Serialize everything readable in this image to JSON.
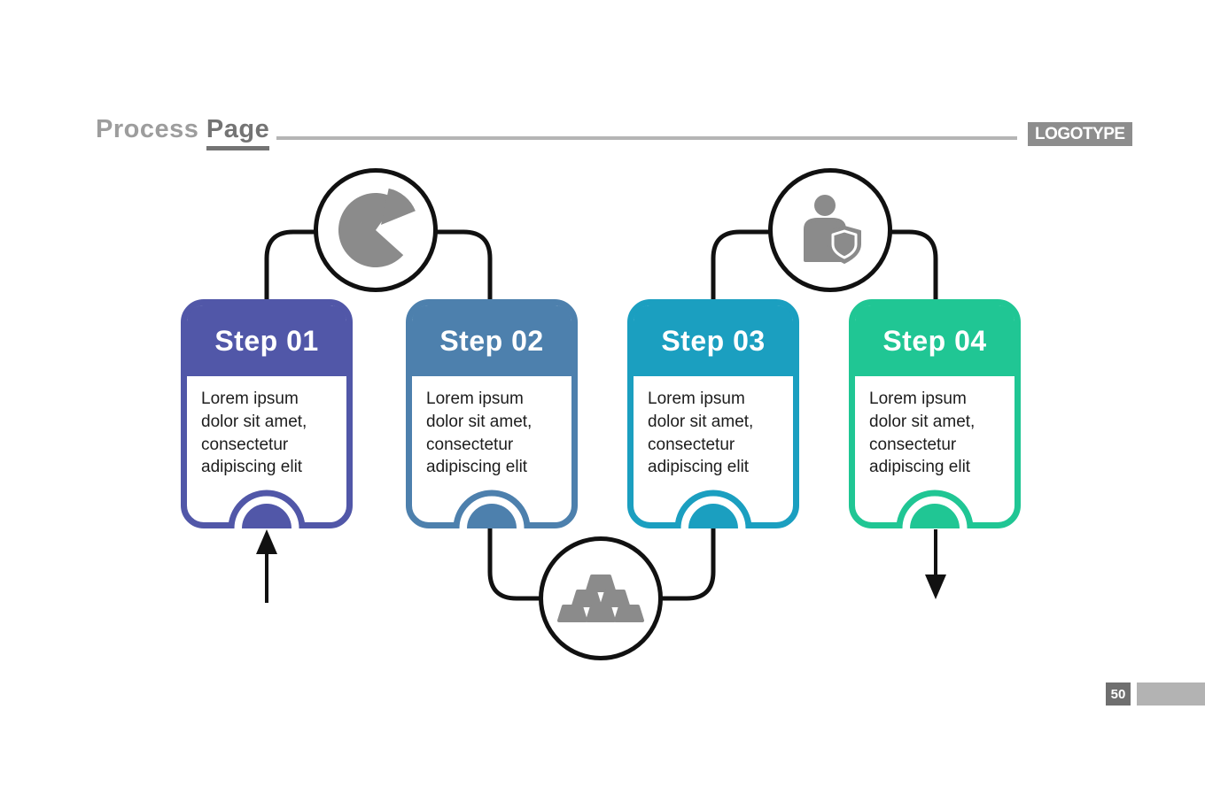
{
  "page": {
    "title_light": "Process",
    "title_dark": "Page",
    "logotype": "LOGOTYPE",
    "page_number": "50"
  },
  "steps": [
    {
      "label": "Step 01",
      "color": "#5157a8",
      "description": "Lorem ipsum dolor sit amet, consectetur adipiscing elit"
    },
    {
      "label": "Step 02",
      "color": "#4d80ad",
      "description": "Lorem ipsum dolor sit amet, consectetur adipiscing elit"
    },
    {
      "label": "Step 03",
      "color": "#1b9fc0",
      "description": "Lorem ipsum dolor sit amet, consectetur adipiscing elit"
    },
    {
      "label": "Step 04",
      "color": "#20c694",
      "description": "Lorem ipsum dolor sit amet, consectetur adipiscing elit"
    }
  ],
  "icons": [
    {
      "name": "pie-chart-icon",
      "position": "between step 01 and 02, top"
    },
    {
      "name": "person-shield-icon",
      "position": "between step 03 and 04, top"
    },
    {
      "name": "gold-bars-icon",
      "position": "between step 02 and 03, bottom"
    }
  ],
  "colors": {
    "icon_gray": "#8b8b8b",
    "line_black": "#111111",
    "title_light_gray": "#9d9d9d",
    "title_dark_gray": "#747474",
    "rule_gray": "#b5b5b5",
    "logotype_bg": "#8d8d8d",
    "footer_square_bg": "#6f6f6f",
    "footer_bar": "#b3b3b3"
  }
}
